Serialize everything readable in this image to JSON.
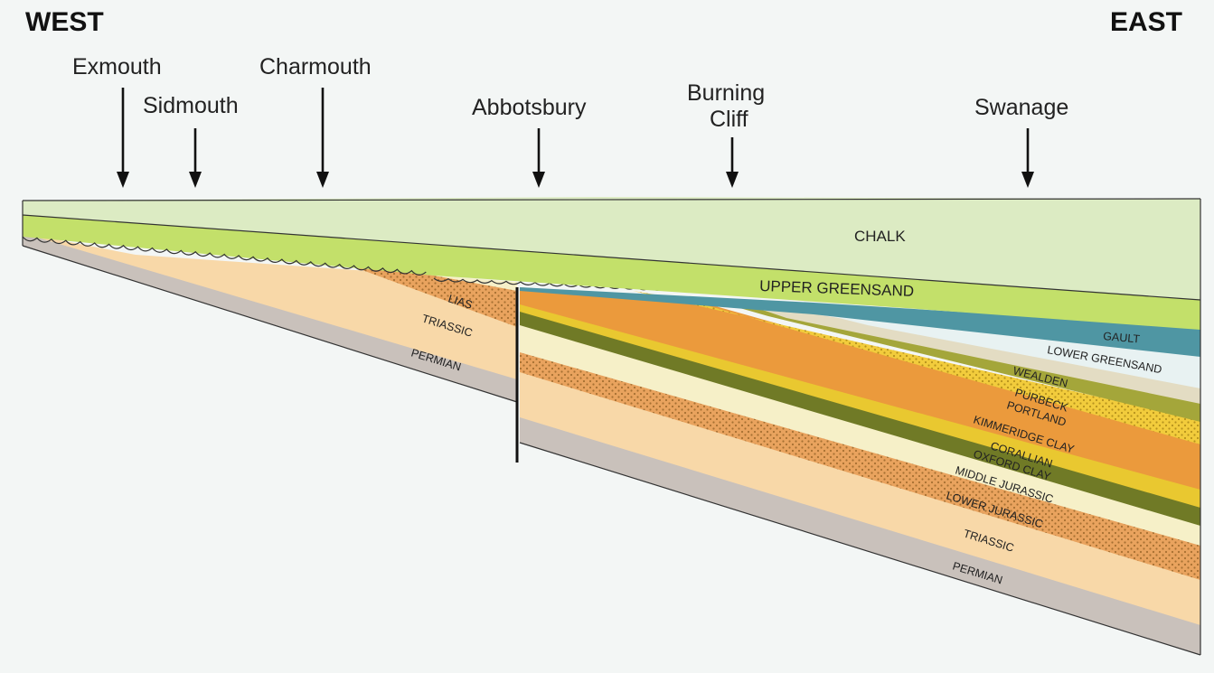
{
  "directions": {
    "west": "WEST",
    "east": "EAST"
  },
  "locations": {
    "exmouth": "Exmouth",
    "sidmouth": "Sidmouth",
    "charmouth": "Charmouth",
    "abbotsbury": "Abbotsbury",
    "burning_cliff_1": "Burning",
    "burning_cliff_2": "Cliff",
    "swanage": "Swanage"
  },
  "layers": {
    "chalk": "CHALK",
    "upper_greensand": "UPPER GREENSAND",
    "gault": "GAULT",
    "lower_greensand": "LOWER GREENSAND",
    "wealden": "WEALDEN",
    "purbeck": "PURBECK",
    "portland": "PORTLAND",
    "kimmeridge_clay": "KIMMERIDGE CLAY",
    "corallian": "CORALLIAN",
    "oxford_clay": "OXFORD CLAY",
    "middle_jurassic": "MIDDLE JURASSIC",
    "lower_jurassic": "LOWER JURASSIC",
    "triassic_east": "TRIASSIC",
    "permian_east": "PERMIAN",
    "lias": "LIAS",
    "triassic_west": "TRIASSIC",
    "permian_west": "PERMIAN"
  },
  "colors": {
    "background": "#f3f6f5",
    "chalk": "#dcebc3",
    "upper_greensand": "#c3e06a",
    "gault": "#4f96a3",
    "lower_greensand": "#e8f2f2",
    "wealden": "#e3dcc3",
    "purbeck": "#a4a63a",
    "portland": "#f2cc3c",
    "kimmeridge_clay": "#eb9a3c",
    "corallian": "#e9c830",
    "oxford_clay": "#707a26",
    "middle_jurassic": "#f6f0c8",
    "lower_jurassic": "#e9a35e",
    "triassic": "#f8d8a8",
    "permian": "#c9c1bb"
  }
}
